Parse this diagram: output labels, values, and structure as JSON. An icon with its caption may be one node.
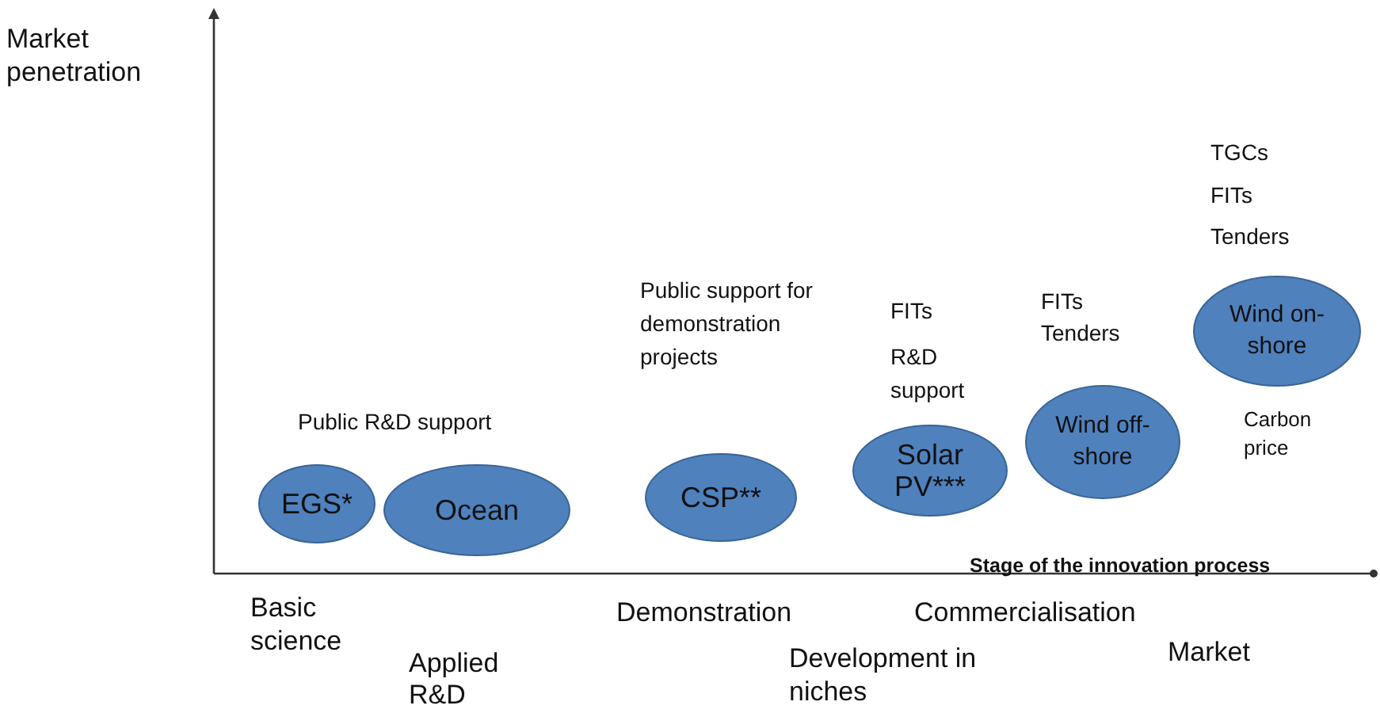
{
  "diagram": {
    "nodes": [
      {
        "text": [
          "EGS*"
        ]
      },
      {
        "text": [
          "Ocean"
        ]
      },
      {
        "text": [
          "CSP**"
        ]
      },
      {
        "text": [
          "Solar PV***"
        ]
      },
      {
        "text": [
          "Wind off-shore"
        ]
      },
      {
        "text": [
          "Wind on-shore"
        ]
      }
    ],
    "edges": [],
    "labels": [
      "Market penetration",
      "TGCs",
      "FITs",
      "Tenders",
      "Public support for demonstration projects",
      "FITs",
      "FITs",
      "Tenders",
      "R&D support",
      "Public R&D support",
      "Carbon price",
      "Stage of the innovation process",
      "Basic science",
      "Demonstration",
      "Commercialisation",
      "Applied R&D",
      "Market",
      "Development in niches"
    ]
  }
}
